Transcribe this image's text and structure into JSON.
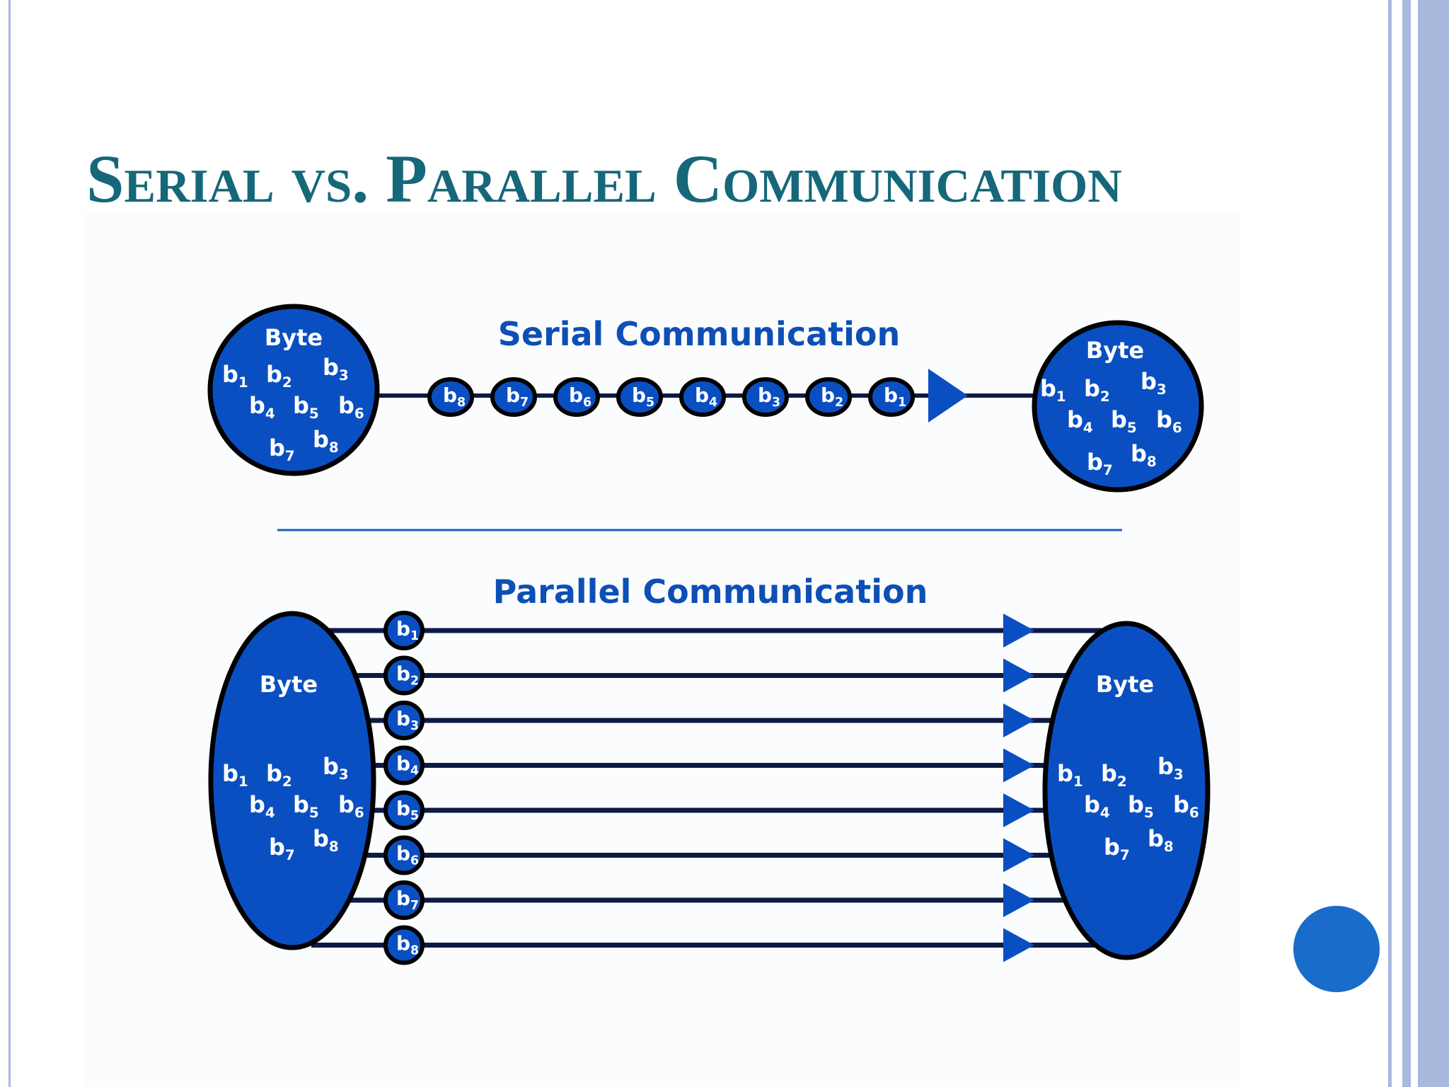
{
  "slide": {
    "title": "Serial vs. Parallel Communication"
  },
  "serial": {
    "heading": "Serial Communication",
    "sender_label": "Byte",
    "receiver_label": "Byte",
    "byte_bits": [
      "b1",
      "b2",
      "b3",
      "b4",
      "b5",
      "b6",
      "b7",
      "b8"
    ],
    "stream_bits": [
      "b8",
      "b7",
      "b6",
      "b5",
      "b4",
      "b3",
      "b2",
      "b1"
    ]
  },
  "parallel": {
    "heading": "Parallel Communication",
    "sender_label": "Byte",
    "receiver_label": "Byte",
    "byte_bits": [
      "b1",
      "b2",
      "b3",
      "b4",
      "b5",
      "b6",
      "b7",
      "b8"
    ],
    "line_bits": [
      "b1",
      "b2",
      "b3",
      "b4",
      "b5",
      "b6",
      "b7",
      "b8"
    ]
  },
  "colors": {
    "title": "#16677a",
    "node_fill": "#0a4fc2",
    "heading": "#0d4fb5",
    "wire": "#0c1a44",
    "arrow": "#0a4fc2",
    "divider": "#1f5fb8",
    "accent_dot": "#1a6ccb",
    "border": "#a9b8dd"
  }
}
